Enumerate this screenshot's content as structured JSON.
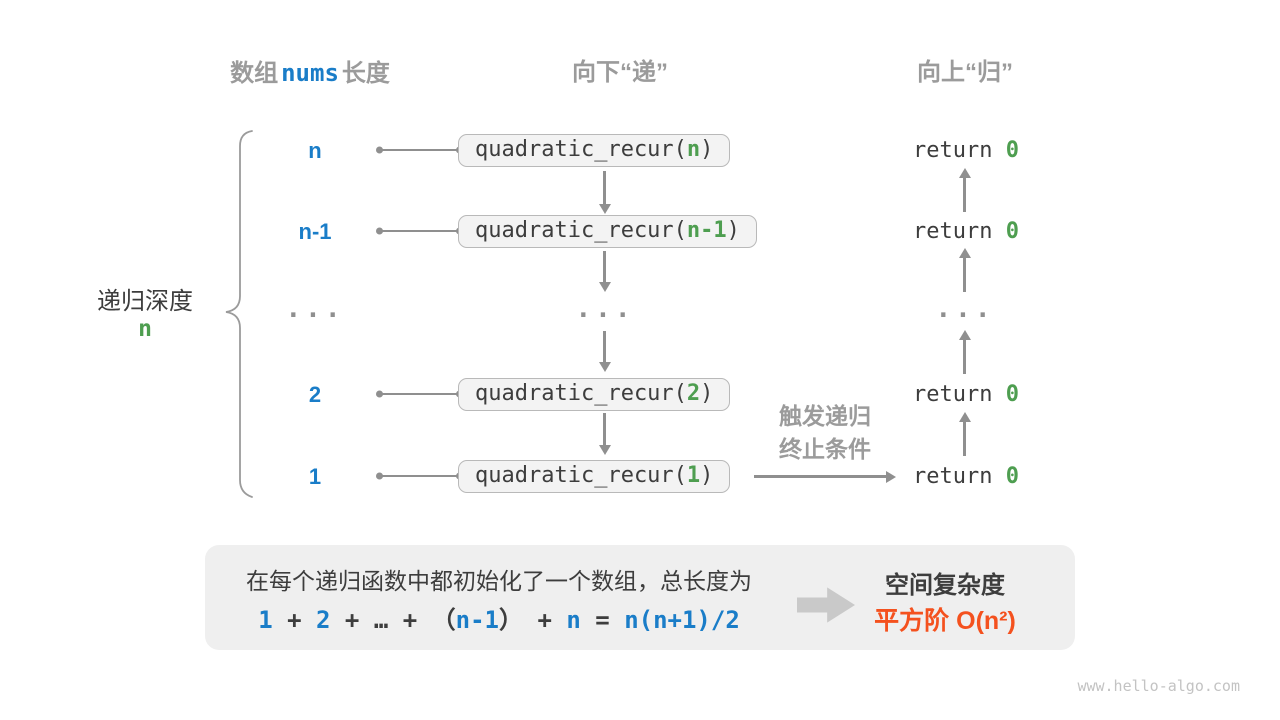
{
  "colors": {
    "blue": "#1a7dc8",
    "green": "#4e9e50",
    "orange": "#f4511e",
    "gray_label": "#9b9b9b",
    "dark_text": "#3d3d3d",
    "arrow_gray": "#8f8f8f",
    "panel_bg": "#efefef",
    "box_bg": "#f3f3f3"
  },
  "headers": {
    "array": {
      "pre": "数组",
      "code": "nums",
      "post": "长度"
    },
    "descend": "向下“递”",
    "ascend": "向上“归”"
  },
  "depth_caption": {
    "label": "递归深度",
    "value": "n"
  },
  "rows": [
    {
      "depth": "n",
      "call": {
        "fn": "quadratic_recur(",
        "arg": "n",
        "close": ")"
      },
      "ret": {
        "keyword": "return ",
        "value": "0"
      }
    },
    {
      "depth": "n-1",
      "call": {
        "fn": "quadratic_recur(",
        "arg": "n-1",
        "close": ")"
      },
      "ret": {
        "keyword": "return ",
        "value": "0"
      }
    },
    {
      "ellipsis": "..."
    },
    {
      "depth": "2",
      "call": {
        "fn": "quadratic_recur(",
        "arg": "2",
        "close": ")"
      },
      "ret": {
        "keyword": "return ",
        "value": "0"
      }
    },
    {
      "depth": "1",
      "call": {
        "fn": "quadratic_recur(",
        "arg": "1",
        "close": ")"
      },
      "ret": {
        "keyword": "return ",
        "value": "0"
      }
    }
  ],
  "trigger": {
    "line1": "触发递归",
    "line2": "终止条件"
  },
  "summary": {
    "description": "在每个递归函数中都初始化了一个数组，总长度为",
    "formula": [
      {
        "text": "1"
      },
      {
        "text": " + "
      },
      {
        "text": "2"
      },
      {
        "text": " + "
      },
      {
        "text": "…"
      },
      {
        "text": " + "
      },
      {
        "text": "（"
      },
      {
        "text": "n-1"
      },
      {
        "text": "）"
      },
      {
        "text": " + "
      },
      {
        "text": "n"
      },
      {
        "text": " = "
      },
      {
        "text": "n(n+1)/2"
      }
    ],
    "complexity_title": "空间复杂度",
    "complexity_value": "平方阶 O(n²)"
  },
  "watermark": "www.hello-algo.com"
}
